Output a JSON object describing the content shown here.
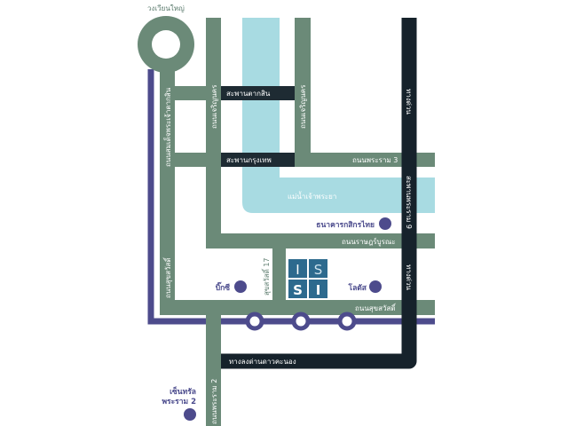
{
  "colors": {
    "road": "#6b8a78",
    "expressway": "#16222b",
    "river": "#a8dbe2",
    "bts": "#4d4b8c",
    "logo": "#2d6a8e"
  },
  "labels": {
    "roundabout": "วงเวียนใหญ่",
    "taksin_road": "ถนนสมเด็จพระเจ้าตากสิน",
    "charoen_nakhon_1": "ถนนเจริญนคร",
    "charoen_nakhon_2": "ถนนเจริญนคร",
    "taksin_bridge": "สะพานตากสิน",
    "krungthep_bridge": "สะพานกรุงเทพ",
    "rama3": "ถนนพระราม 3",
    "river": "แม่น้ำเจ้าพระยา",
    "expressway_top": "ทางด่วน",
    "rama9_bridge": "สะพานพระราม 9",
    "expressway_mid": "ทางด่วน",
    "ratburana": "ถนนราษฎร์บูรณะ",
    "suksawat_vertical": "ถนนสุขสวัสดิ์",
    "suksawat_horizontal": "ถนนสุขสวัสดิ์",
    "suksawat17": "สุขสวัสดิ์ 17",
    "dao_khanong_exit": "ทางลงด่านดาวคะนอง",
    "rama2": "ถนนพระราม 2"
  },
  "places": {
    "kasikorn": "ธนาคารกสิกรไทย",
    "bigc": "บิ๊กซี",
    "lotus": "โลตัส",
    "central_line1": "เซ็นทรัล",
    "central_line2": "พระราม 2"
  },
  "logo": {
    "tl": "I",
    "tr": "S",
    "bl": "S",
    "br": "I"
  }
}
